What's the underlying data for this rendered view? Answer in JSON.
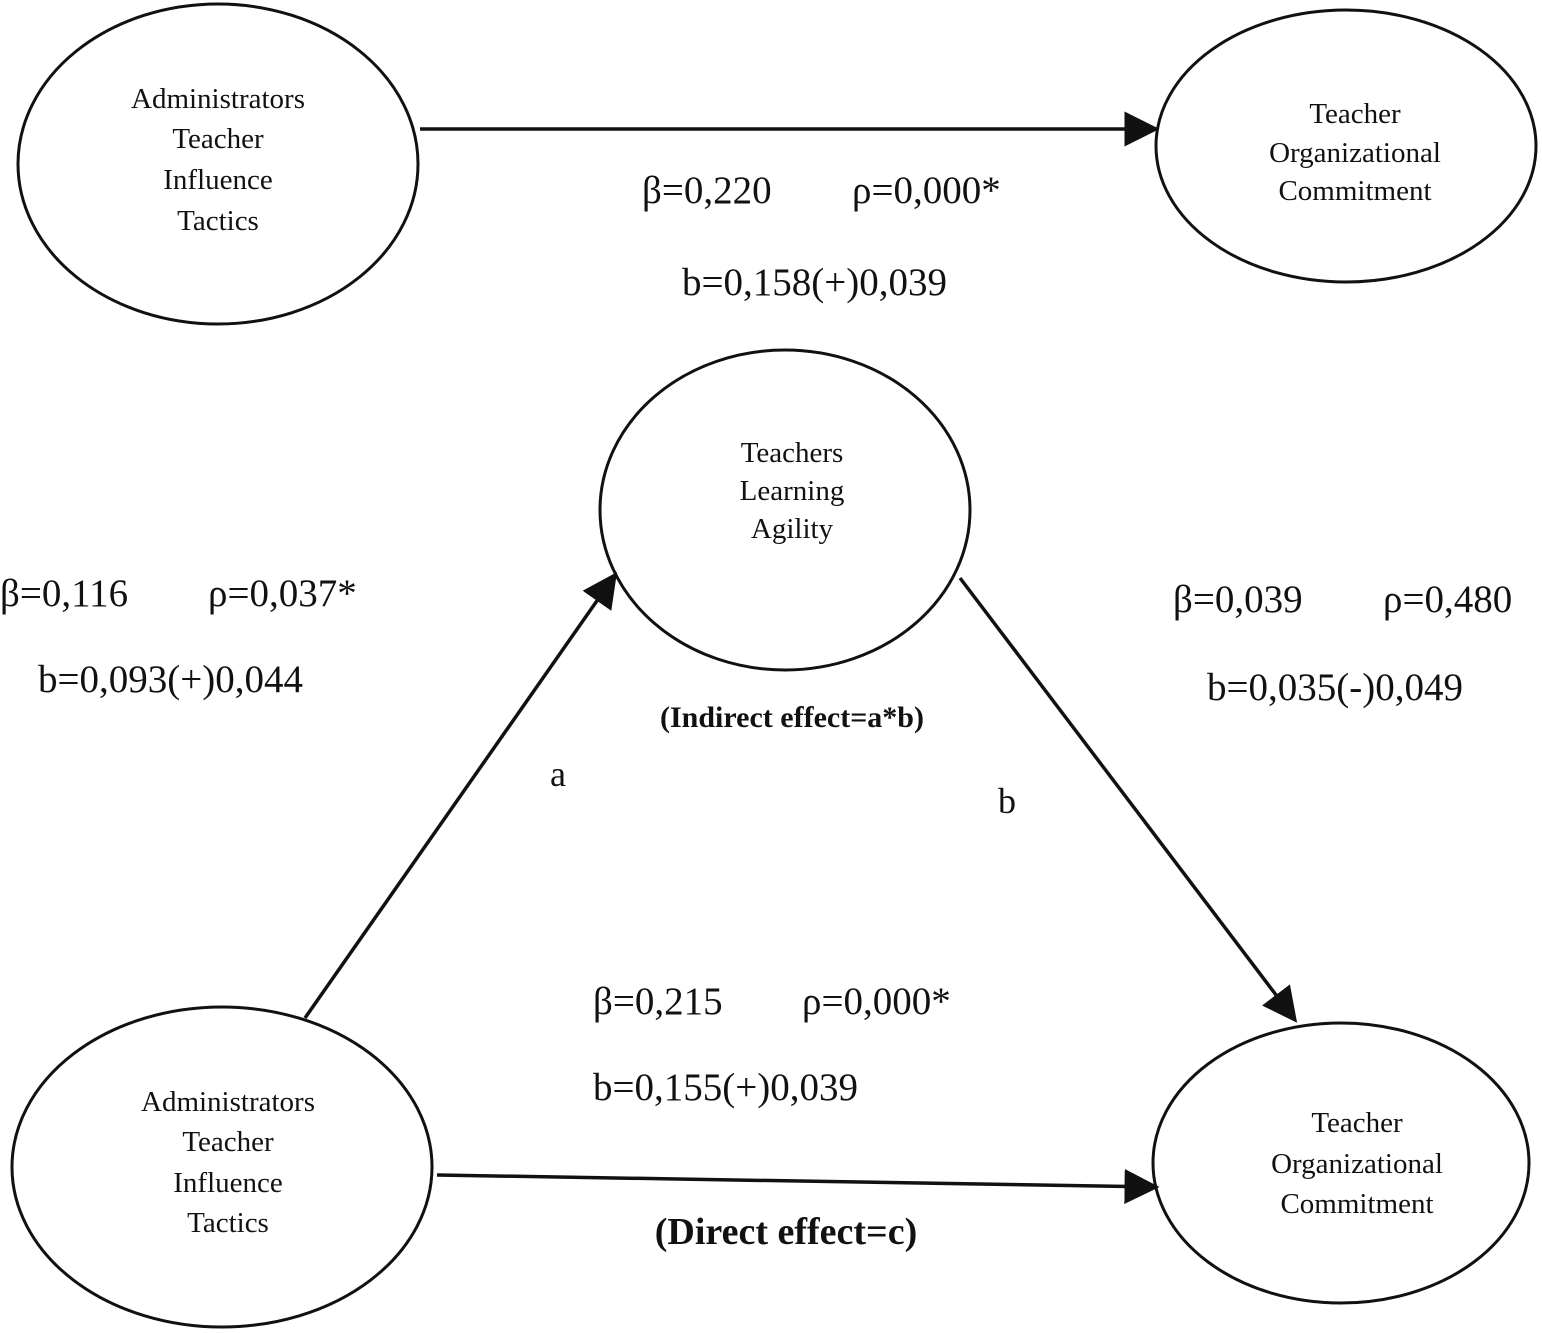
{
  "top_model": {
    "source_node": {
      "lines": [
        "Administrators",
        "Teacher",
        "Influence",
        "Tactics"
      ]
    },
    "target_node": {
      "lines": [
        "Teacher",
        "Organizational",
        "Commitment"
      ]
    },
    "path_c_total": {
      "beta": "β=0,220",
      "rho": "ρ=0,000*",
      "b": "b=0,158(+)0,039"
    }
  },
  "bottom_model": {
    "source_node": {
      "lines": [
        "Administrators",
        "Teacher",
        "Influence",
        "Tactics"
      ]
    },
    "mediator_node": {
      "lines": [
        "Teachers",
        "Learning",
        "Agility"
      ]
    },
    "target_node": {
      "lines": [
        "Teacher",
        "Organizational",
        "Commitment"
      ]
    },
    "path_a": {
      "letter": "a",
      "beta": "β=0,116",
      "rho": "ρ=0,037*",
      "b": "b=0,093(+)0,044"
    },
    "path_b": {
      "letter": "b",
      "beta": "β=0,039",
      "rho": "ρ=0,480",
      "b": "b=0,035(-)0,049"
    },
    "path_c_direct": {
      "beta": "β=0,215",
      "rho": "ρ=0,000*",
      "b": "b=0,155(+)0,039"
    },
    "indirect_effect_label": "(Indirect effect=a*b)",
    "direct_effect_label": "(Direct effect=c)"
  }
}
